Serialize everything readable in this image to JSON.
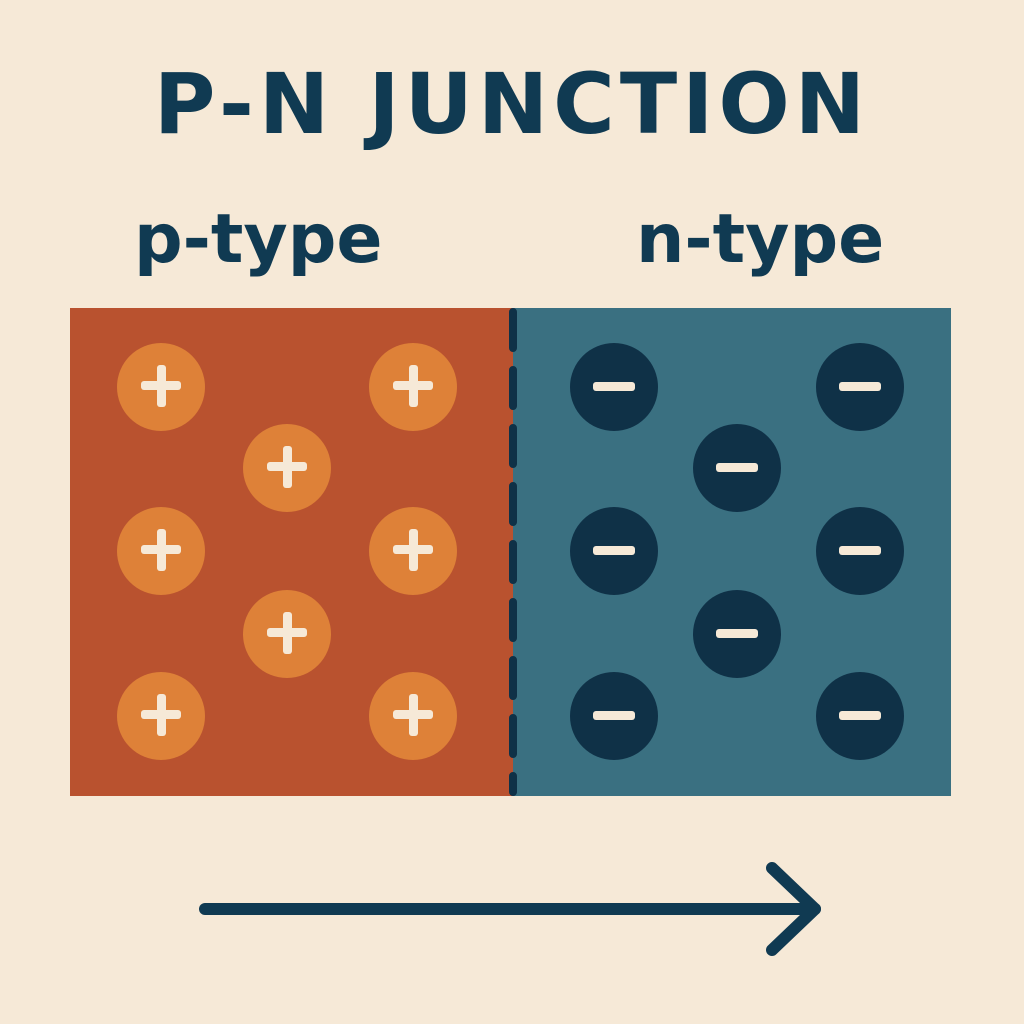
{
  "title": "P-N JUNCTION",
  "regions": {
    "p": {
      "label": "p-type",
      "carrier_symbol": "+",
      "carrier_count": 8
    },
    "n": {
      "label": "n-type",
      "carrier_symbol": "−",
      "carrier_count": 8
    }
  },
  "colors": {
    "background": "#f6e9d7",
    "ink": "#103a52",
    "p_region": "#b9522f",
    "n_region": "#3a7081",
    "hole": "#de8138",
    "electron": "#0f3147"
  },
  "icons": {
    "hole": "plus-circle-icon",
    "electron": "minus-circle-icon",
    "arrow": "arrow-right-icon"
  }
}
